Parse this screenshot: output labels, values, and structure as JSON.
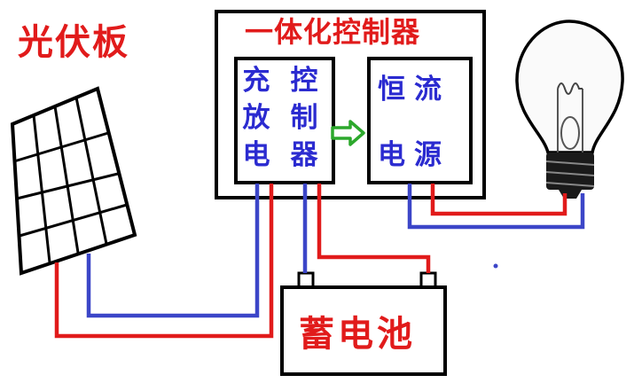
{
  "solar_panel": {
    "label": "光伏板"
  },
  "controller": {
    "title": "一体化控制器",
    "charge_controller": {
      "col1": [
        "充",
        "放",
        "电"
      ],
      "col2": [
        "控",
        "制",
        "器"
      ]
    },
    "constant_current_source": {
      "line1": "恒流",
      "line2": "电源"
    }
  },
  "battery": {
    "label": "蓄电池"
  },
  "colors": {
    "positive_wire": "#e11b1b",
    "negative_wire": "#3c46c8",
    "flow_arrow": "#2ca82c",
    "outline": "#000000",
    "label_red": "#e11b1b",
    "label_blue": "#2b2bd0"
  },
  "icons": [
    "solar-panel-icon",
    "light-bulb-icon",
    "battery-icon",
    "flow-arrow-icon"
  ]
}
